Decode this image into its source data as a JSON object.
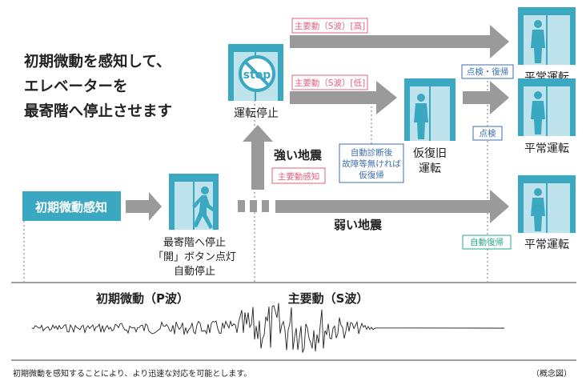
{
  "headline": {
    "line1": "初期微動を感知して、",
    "line2": "エレベーターを",
    "line3": "最寄階へ停止させます"
  },
  "start_box": {
    "label": "初期微動感知"
  },
  "nearest_floor": {
    "line1": "最寄階へ停止",
    "line2": "「開」ボタン点灯",
    "line3": "自動停止"
  },
  "stop_box": {
    "icon_text": "stop",
    "label": "運転停止"
  },
  "strong_quake": {
    "label": "強い地震",
    "tag": "主要動感知"
  },
  "weak_quake": {
    "label": "弱い地震"
  },
  "branch_high": {
    "tag": "主要動（S波）[高]"
  },
  "branch_low": {
    "tag": "主要動（S波）[低]"
  },
  "diagnosis": {
    "line1": "自動診断後",
    "line2": "故障等無ければ",
    "line3": "仮復帰"
  },
  "temp_recovery": {
    "line1": "仮復旧",
    "line2": "運転"
  },
  "tags": {
    "inspect_recover": "点検・復帰",
    "inspect": "点検",
    "auto_recover": "自動復帰"
  },
  "normal_op": {
    "top": "平常運転",
    "mid": "平常運転",
    "bottom": "平常運転"
  },
  "wave": {
    "p_label": "初期微動（P波）",
    "s_label": "主要動（S波）"
  },
  "footer": {
    "note": "初期微動を感知することにより、より迅速な対応を可能とします。",
    "concept": "（概念図）"
  },
  "colors": {
    "teal": "#3aa8c1",
    "teal_light": "#bfe3ec",
    "arrow_gray": "#9a9a9a",
    "pink": "#e0607e",
    "blue_tag": "#3c6fb0",
    "green_tag": "#2aa88a"
  }
}
